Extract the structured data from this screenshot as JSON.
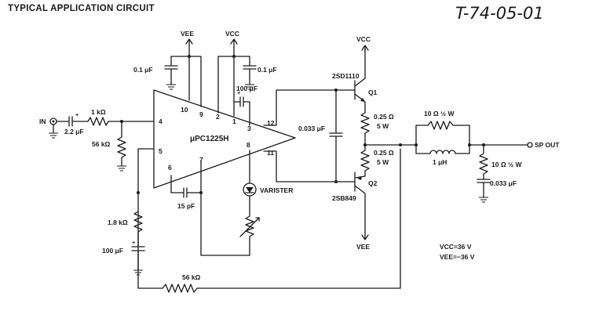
{
  "title": "TYPICAL APPLICATION CIRCUIT",
  "doc_ref": "T-74-05-01",
  "ic_label": "μPC1225H",
  "input_label": "IN",
  "output_label": "SP OUT",
  "supply": {
    "vee": "VEE",
    "vcc": "VCC",
    "vee_note": "VEE=−36 V",
    "vcc_note": "VCC=36 V"
  },
  "pins": {
    "p1": "1",
    "p2": "2",
    "p3": "3",
    "p4": "4",
    "p5": "5",
    "p6": "6",
    "p7": "7",
    "p8": "8",
    "p9": "9",
    "p10": "10",
    "p11": "11",
    "p12": "12"
  },
  "components": {
    "c_in": "2.2 μF",
    "r_in": "1 kΩ",
    "r_bias": "56 kΩ",
    "c_vee": "0.1 μF",
    "c_vcc": "0.1 μF",
    "c_boot": "100 μF",
    "c_mid": "0.033 μF",
    "c_comp": "15 pF",
    "r_fb_gnd": "1.8 kΩ",
    "c_fb_gnd": "100 μF",
    "r_fb": "56 kΩ",
    "varister": "VARISTER",
    "q1_part": "2SD1110",
    "q1": "Q1",
    "q2_part": "2SB849",
    "q2": "Q2",
    "re1_val": "0.25 Ω",
    "re1_w": "5 W",
    "re2_val": "0.25 Ω",
    "re2_w": "5 W",
    "r_out": "10 Ω ½ W",
    "l_out": "1 μH",
    "zobel_r": "10 Ω ½ W",
    "zobel_c": "0.033 μF"
  }
}
